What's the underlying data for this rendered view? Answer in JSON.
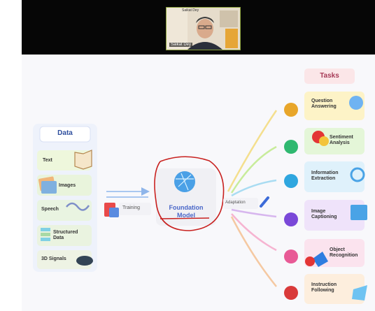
{
  "meeting": {
    "participant_name": "Saikat Dey",
    "tile_caption": "Saikat Dey"
  },
  "slide": {
    "data_header": "Data",
    "data_items": [
      "Text",
      "Images",
      "Speech",
      "Structured Data",
      "3D Signals"
    ],
    "training_label": "Training",
    "model_label_line1": "Foundation",
    "model_label_line2": "Model",
    "adaptation_label": "Adaptation",
    "tasks_header": "Tasks",
    "tasks": [
      {
        "line1": "Question",
        "line2": "Answering"
      },
      {
        "line1": "Sentiment",
        "line2": "Analysis"
      },
      {
        "line1": "Information",
        "line2": "Extraction"
      },
      {
        "line1": "Image",
        "line2": "Captioning"
      },
      {
        "line1": "Object",
        "line2": "Recognition"
      },
      {
        "line1": "Instruction",
        "line2": "Following"
      }
    ]
  },
  "colors": {
    "annotation": "#c8201e",
    "model_text": "#4a67c8",
    "tasks_header_bg": "#fbe6e8",
    "data_header_bg": "#eaf0fb"
  }
}
